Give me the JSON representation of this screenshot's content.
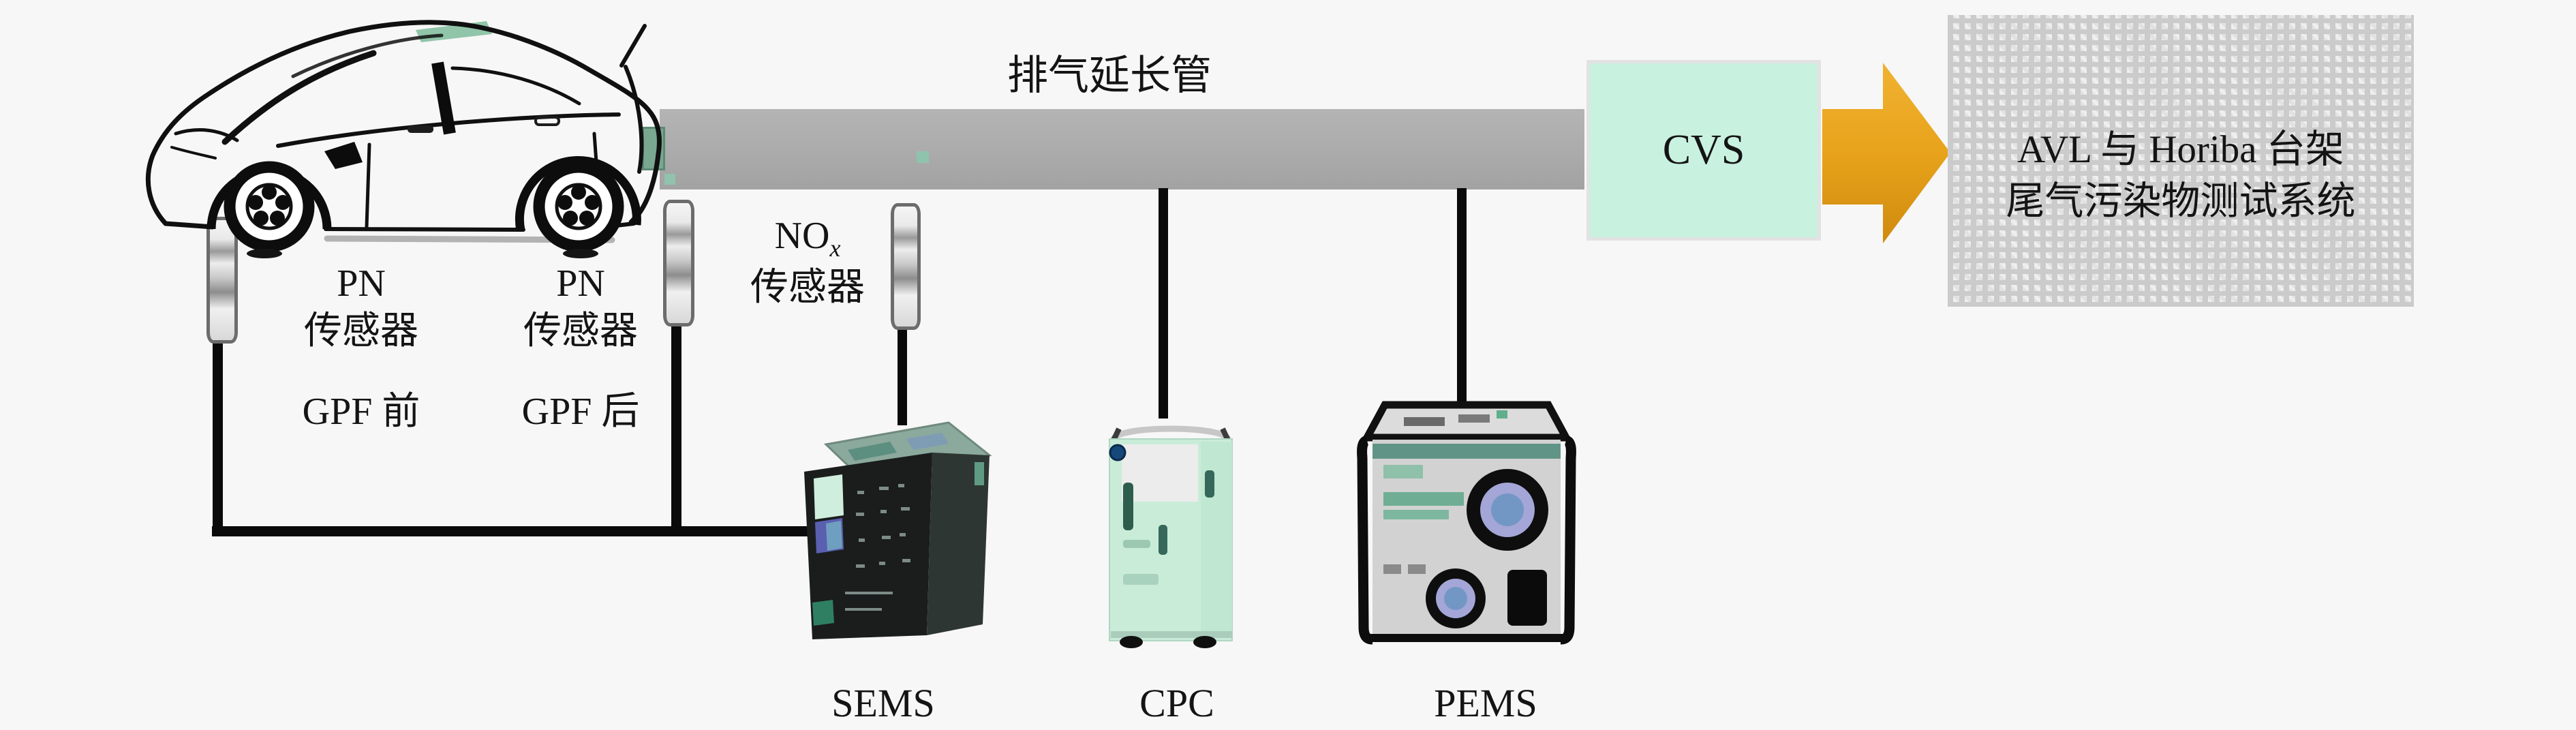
{
  "colors": {
    "background": "#f7f7f7",
    "text_black": "#141414",
    "line_black": "#0a0a0a",
    "pipe_gray": "#ababab",
    "connector_green": "#7aa78f",
    "tap_green": "#8fc3ad",
    "cvs_bg": "#c9f1df",
    "cvs_border": "#e2e2e2",
    "arrow_orange": "#e8a31b",
    "arrow_orange_light": "#f0b232",
    "arrow_orange_dark": "#cf8a0e",
    "bench_bg": "#e2e2e2",
    "bench_speckle": "#cbcbcb",
    "roof_green": "#84bfa0",
    "mint_device": "#c9ecd9",
    "pems_gray": "#d2d2d2",
    "teal_stripe": "#5f9486",
    "sems_dark": "#1a1d1c",
    "sems_top": "#8ba99c",
    "gauge_lavender": "#a3a6d6",
    "gauge_blue": "#7397c5"
  },
  "pipe": {
    "label": "排气延长管"
  },
  "sensors": {
    "pn_front": {
      "title": "PN",
      "subtitle": "传感器",
      "position": "GPF 前"
    },
    "pn_rear": {
      "title": "PN",
      "subtitle": "传感器",
      "position": "GPF 后"
    },
    "nox": {
      "title_base": "NO",
      "title_sub": "x",
      "subtitle": "传感器"
    }
  },
  "devices": {
    "sems_label": "SEMS",
    "cpc_label": "CPC",
    "pems_label": "PEMS",
    "cvs_label": "CVS",
    "bench_line1": "AVL 与 Horiba 台架",
    "bench_line2": "尾气污染物测试系统"
  }
}
